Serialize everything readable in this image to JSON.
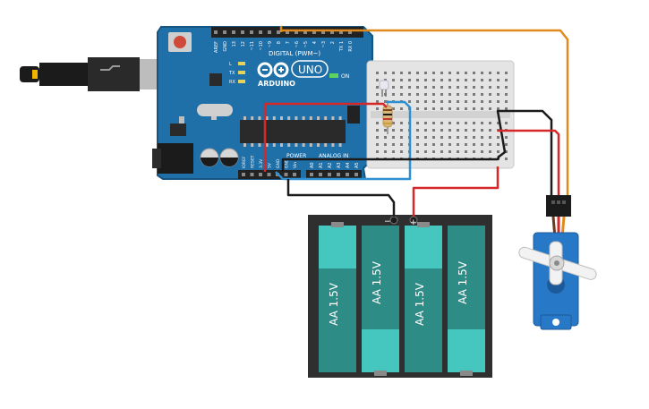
{
  "arduino": {
    "brand": "ARDUINO",
    "model": "UNO",
    "on_label": "ON",
    "digital_label": "DIGITAL (PWM~)",
    "power_label": "POWER",
    "analog_label": "ANALOG IN",
    "led_labels": [
      "L",
      "TX",
      "RX"
    ],
    "top_pins": [
      "AREF",
      "GND",
      "13",
      "12",
      "~11",
      "~10",
      "~9",
      "8",
      "7",
      "~6",
      "~5",
      "4",
      "~3",
      "2",
      "TX 1",
      "RX 0"
    ],
    "power_pins": [
      "IOREF",
      "RESET",
      "3.3V",
      "5V",
      "GND",
      "GND",
      "Vin"
    ],
    "analog_pins": [
      "A0",
      "A1",
      "A2",
      "A3",
      "A4",
      "A5"
    ]
  },
  "battery": {
    "cells": [
      "AA 1.5V",
      "AA 1.5V",
      "AA 1.5V",
      "AA 1.5V"
    ],
    "minus": "−",
    "plus": "+"
  },
  "colors": {
    "board": "#1f6fa8",
    "board_edge": "#15557f",
    "wire_orange": "#e08a1e",
    "wire_red": "#d62828",
    "wire_black": "#1b1b1b",
    "wire_blue": "#2f8fd0",
    "breadboard": "#e4e4e4",
    "battery_body": "#2f2f2f",
    "cell_teal": "#2e8c87",
    "cell_cap": "#45c7bf",
    "servo_blue": "#2878c8"
  }
}
